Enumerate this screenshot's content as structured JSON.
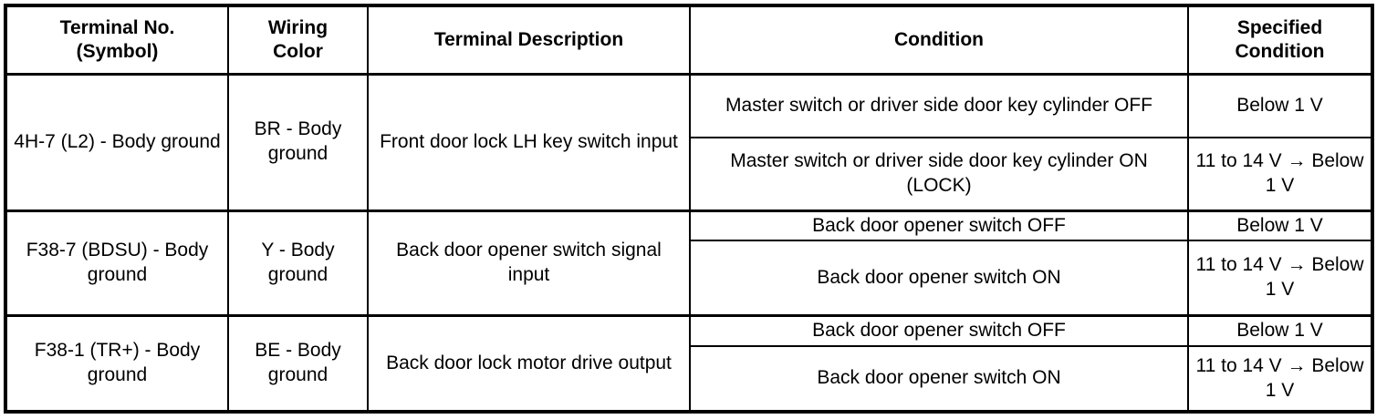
{
  "table": {
    "columns": [
      {
        "key": "terminal",
        "label": "Terminal No.\n(Symbol)",
        "line1": "Terminal No.",
        "line2": "(Symbol)"
      },
      {
        "key": "wiring",
        "label": "Wiring Color",
        "line1": "Wiring",
        "line2": "Color"
      },
      {
        "key": "description",
        "label": "Terminal Description",
        "line1": "Terminal Description",
        "line2": ""
      },
      {
        "key": "condition",
        "label": "Condition",
        "line1": "Condition",
        "line2": ""
      },
      {
        "key": "specified",
        "label": "Specified Condition",
        "line1": "Specified",
        "line2": "Condition"
      }
    ],
    "rows": [
      {
        "terminal": "4H-7 (L2) - Body ground",
        "wiring": "BR - Body ground",
        "description": "Front door lock LH key switch input",
        "sub_rows": [
          {
            "condition": "Master switch or driver side door key cylinder OFF",
            "specified": "Below 1 V"
          },
          {
            "condition": "Master switch or driver side door key cylinder ON (LOCK)",
            "specified": "11 to 14 V → Below 1 V"
          }
        ]
      },
      {
        "terminal": "F38-7 (BDSU) - Body ground",
        "wiring": "Y - Body ground",
        "description": "Back door opener switch signal input",
        "sub_rows": [
          {
            "condition": "Back door opener switch OFF",
            "specified": "Below 1 V"
          },
          {
            "condition": "Back door opener switch ON",
            "specified": "11 to 14 V → Below 1 V"
          }
        ]
      },
      {
        "terminal": "F38-1 (TR+) - Body ground",
        "wiring": "BE - Body ground",
        "description": "Back door lock motor drive output",
        "sub_rows": [
          {
            "condition": "Back door opener switch OFF",
            "specified": "Below 1 V"
          },
          {
            "condition": "Back door opener switch ON",
            "specified": "11 to 14 V → Below 1 V"
          }
        ]
      }
    ]
  },
  "colors": {
    "border": "#000000",
    "text": "#000000",
    "background": "#ffffff"
  }
}
